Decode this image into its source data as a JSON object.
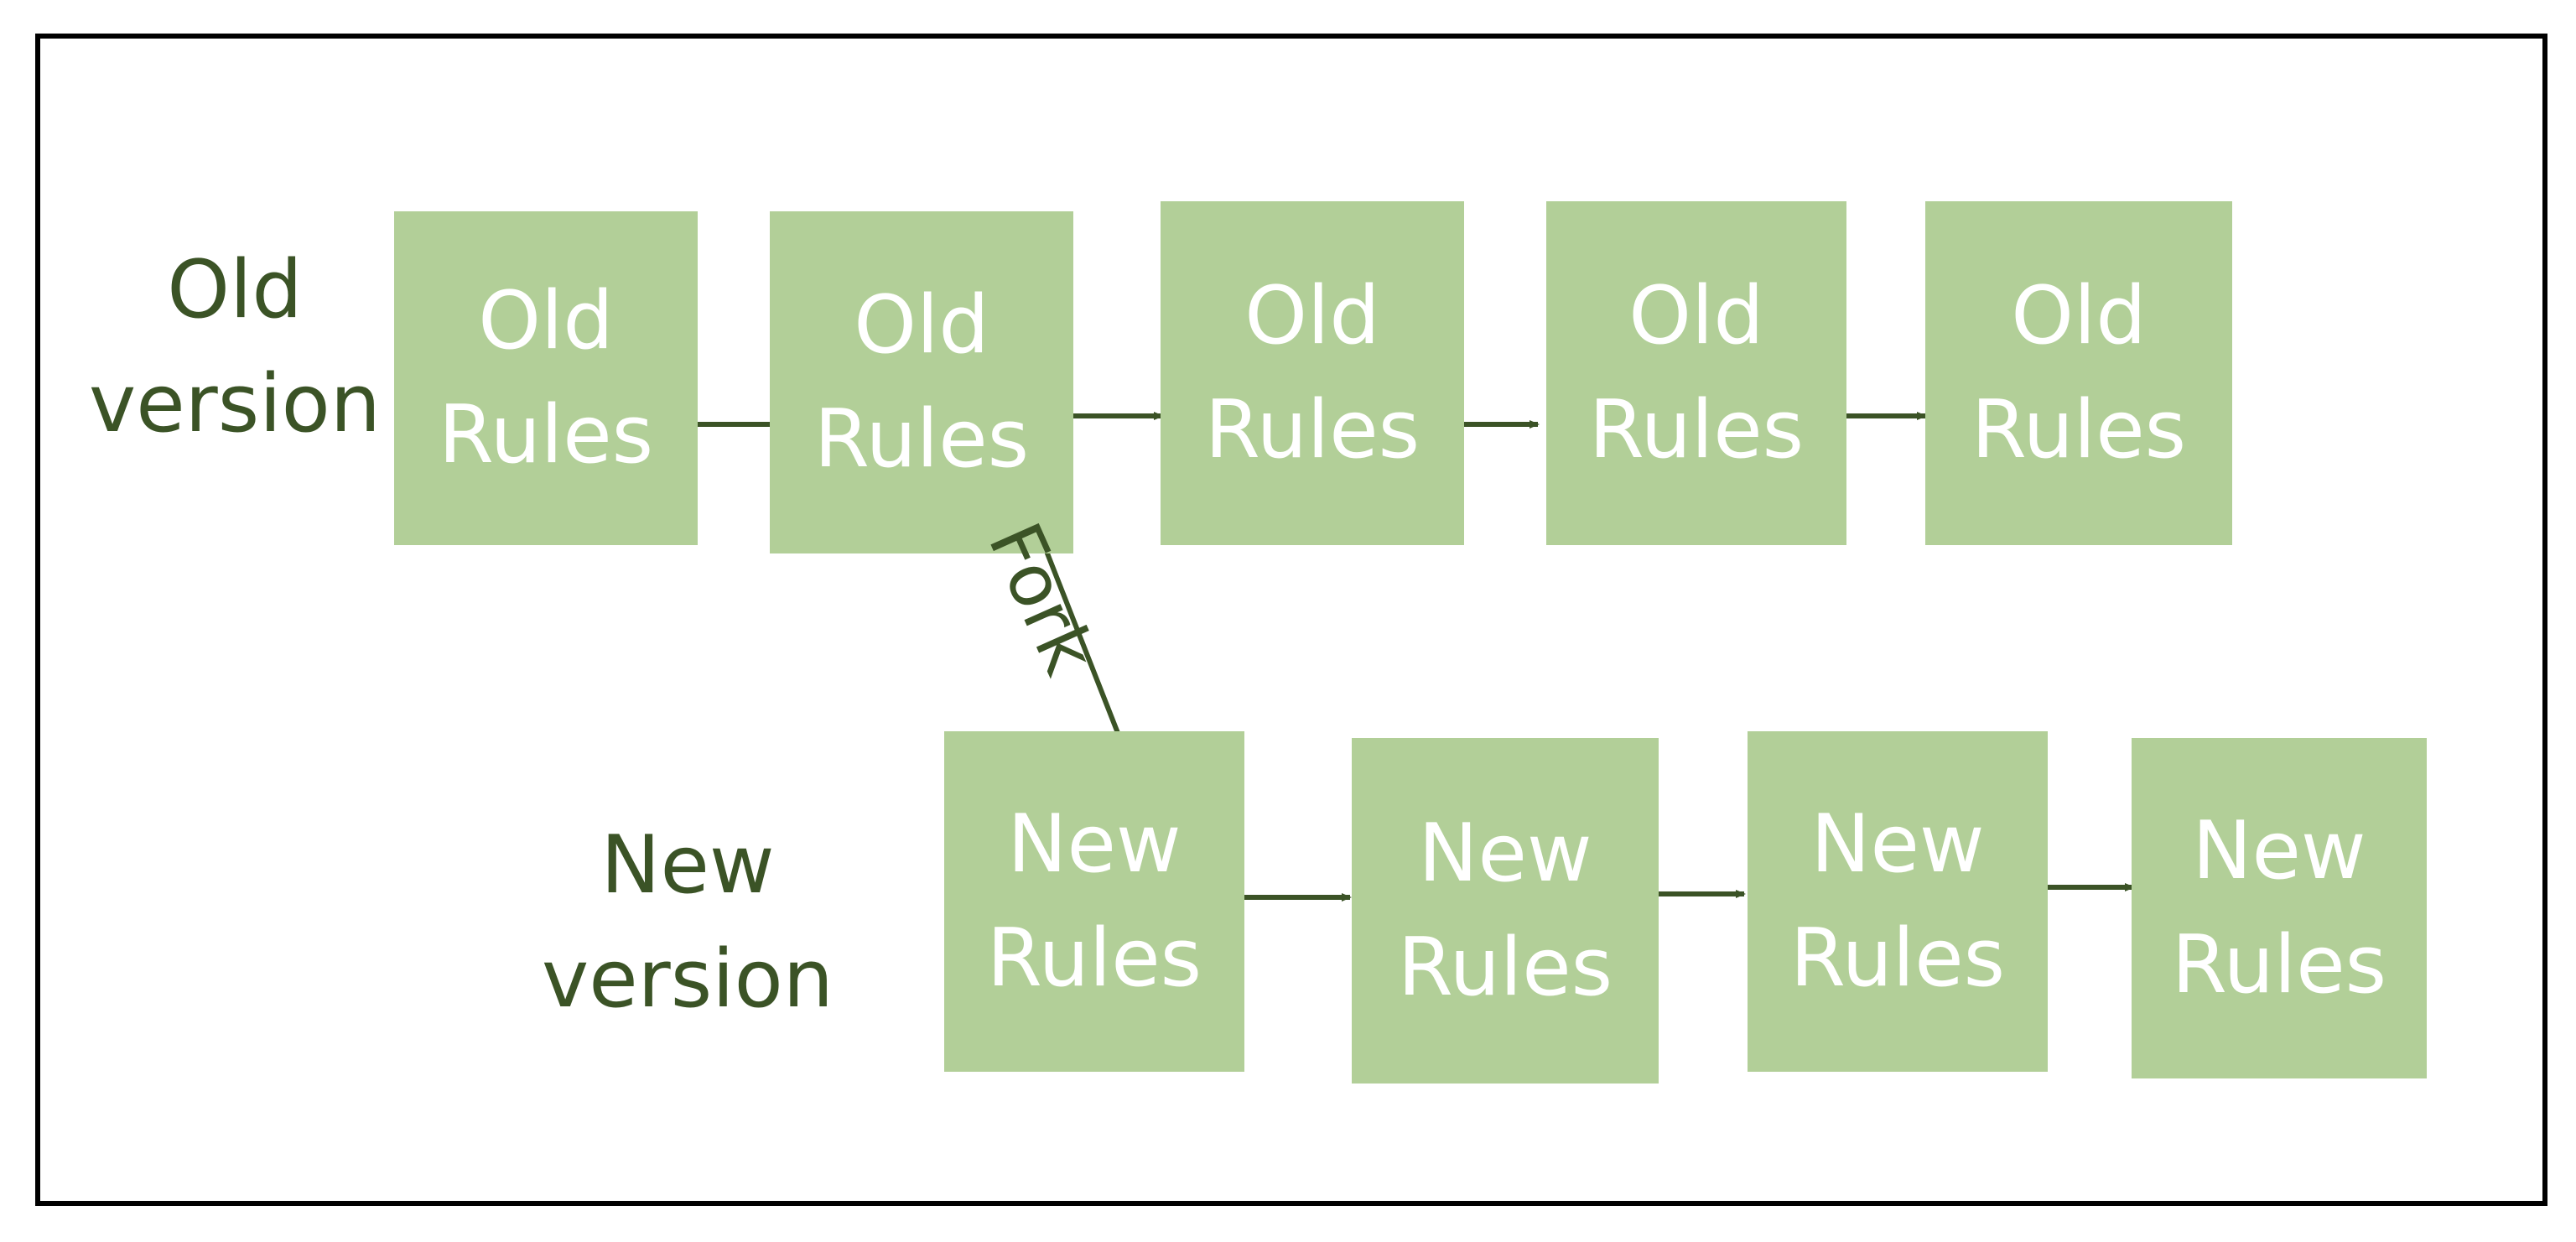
{
  "colors": {
    "box_fill": "#b2cf98",
    "box_text": "#ffffff",
    "label_text": "#3b5326",
    "arrow": "#3b5326",
    "frame": "#000000"
  },
  "labels": {
    "old_version": [
      "Old",
      "version"
    ],
    "new_version": [
      "New",
      "version"
    ],
    "fork": "Fork"
  },
  "old_row": [
    {
      "line1": "Old",
      "line2": "Rules"
    },
    {
      "line1": "Old",
      "line2": "Rules"
    },
    {
      "line1": "Old",
      "line2": "Rules"
    },
    {
      "line1": "Old",
      "line2": "Rules"
    },
    {
      "line1": "Old",
      "line2": "Rules"
    }
  ],
  "new_row": [
    {
      "line1": "New",
      "line2": "Rules"
    },
    {
      "line1": "New",
      "line2": "Rules"
    },
    {
      "line1": "New",
      "line2": "Rules"
    },
    {
      "line1": "New",
      "line2": "Rules"
    }
  ]
}
